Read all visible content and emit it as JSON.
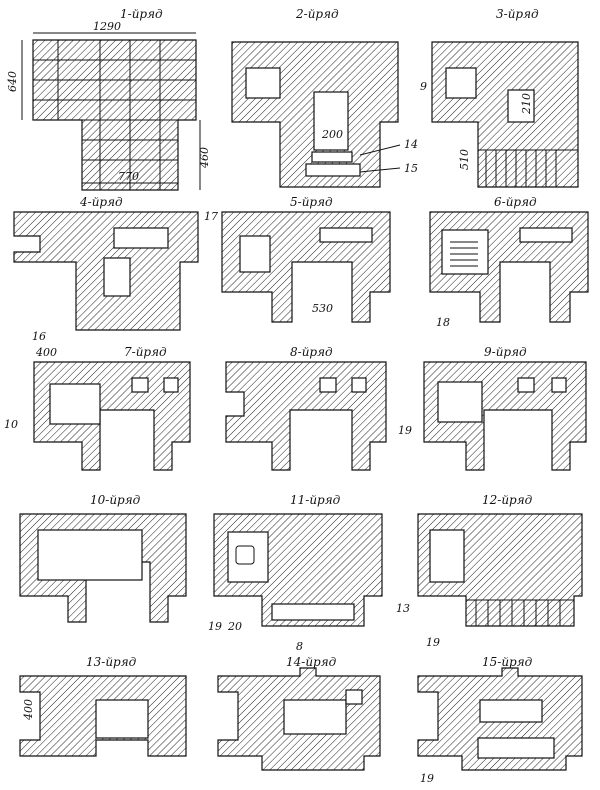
{
  "figure": {
    "courses": [
      {
        "label": "1-йряд"
      },
      {
        "label": "2-йряд"
      },
      {
        "label": "3-йряд"
      },
      {
        "label": "4-йряд"
      },
      {
        "label": "5-йряд"
      },
      {
        "label": "6-йряд"
      },
      {
        "label": "7-йряд"
      },
      {
        "label": "8-йряд"
      },
      {
        "label": "9-йряд"
      },
      {
        "label": "10-йряд"
      },
      {
        "label": "11-йряд"
      },
      {
        "label": "12-йряд"
      },
      {
        "label": "13-йряд"
      },
      {
        "label": "14-йряд"
      },
      {
        "label": "15-йряд"
      }
    ],
    "dimensions": {
      "d1290": "1290",
      "d640": "640",
      "d460": "460",
      "d770": "770",
      "d200": "200",
      "d210": "210",
      "d510": "510",
      "d530": "530",
      "d400a": "400",
      "d400b": "400"
    },
    "callouts": {
      "c14": "14",
      "c15": "15",
      "c9": "9",
      "c17": "17",
      "c16": "16",
      "c18": "18",
      "c10": "10",
      "c19a": "19",
      "c19b": "19",
      "c20": "20",
      "c8": "8",
      "c13": "13",
      "c19c": "19",
      "c19d": "19"
    }
  }
}
